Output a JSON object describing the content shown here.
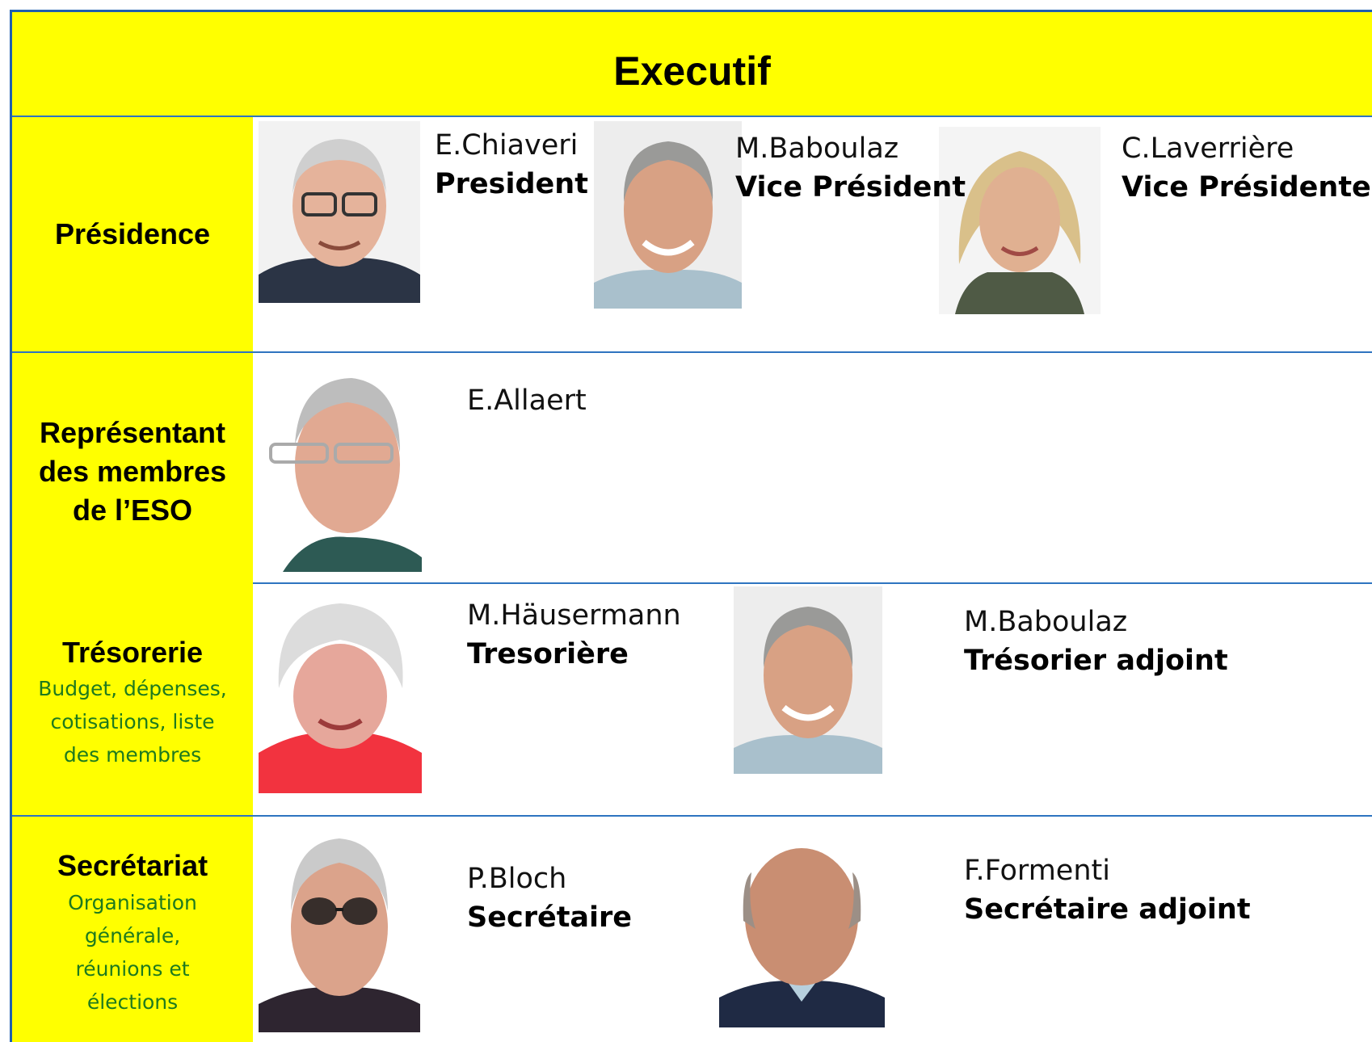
{
  "header": {
    "title": "Executif"
  },
  "sections": {
    "presidence": {
      "label": "Présidence"
    },
    "representant": {
      "label_lines": [
        "Représentant",
        "des membres",
        "de l’ESO"
      ]
    },
    "tresorerie": {
      "label": "Trésorerie",
      "sub_lines": [
        "Budget, dépenses,",
        "cotisations, liste",
        "des membres"
      ]
    },
    "secretariat": {
      "label": "Secrétariat",
      "sub_lines": [
        "Organisation",
        "générale,",
        "réunions et",
        "élections"
      ]
    }
  },
  "people": {
    "chiaveri": {
      "name": "E.Chiaveri",
      "role": "President"
    },
    "baboulaz_vp": {
      "name": "M.Baboulaz",
      "role": "Vice Président"
    },
    "laverriere": {
      "name": "C.Laverrière",
      "role": "Vice Présidente"
    },
    "allaert": {
      "name": "E.Allaert",
      "role": ""
    },
    "hausermann": {
      "name": "M.Häusermann",
      "role": "Tresorière"
    },
    "baboulaz_tr": {
      "name": "M.Baboulaz",
      "role": "Trésorier adjoint"
    },
    "bloch": {
      "name": "P.Bloch",
      "role": "Secrétaire"
    },
    "formenti": {
      "name": "F.Formenti",
      "role": "Secrétaire adjoint"
    }
  },
  "colors": {
    "accent_yellow": "#ffff00",
    "border_blue": "#2e74c0",
    "subtext_green": "#1e7a1e"
  }
}
